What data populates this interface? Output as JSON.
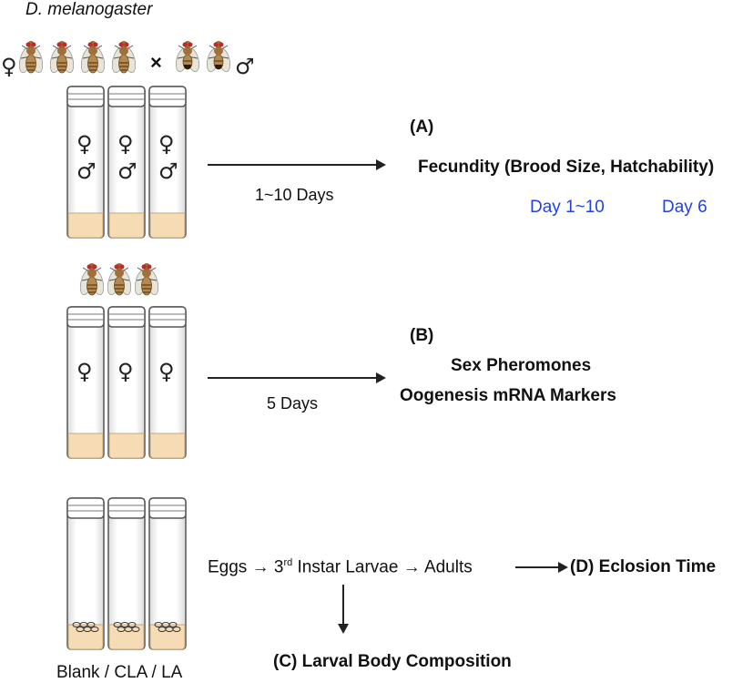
{
  "species_label": "D. melanogaster",
  "symbols": {
    "female": "♀",
    "male": "♂",
    "cross": "×",
    "inline_arrow": "→"
  },
  "panel_a": {
    "duration": "1~10 Days",
    "letter": "(A)",
    "title": "Fecundity (Brood Size, Hatchability)",
    "sub_left": "Day 1~10",
    "sub_right": "Day 6"
  },
  "panel_b": {
    "duration": "5 Days",
    "letter": "(B)",
    "line1": "Sex Pheromones",
    "line2": "Oogenesis mRNA Markers"
  },
  "panel_cd": {
    "eggs": "Eggs",
    "instar_num": "3",
    "instar_sup": "rd",
    "instar_rest": "Instar Larvae",
    "adults": "Adults",
    "eclosion": "(D) Eclosion Time",
    "larval": "(C) Larval Body Composition"
  },
  "treatments": "Blank / CLA / LA",
  "colors": {
    "food": "#f5dcb5",
    "tube_outline": "#555555",
    "blue_text": "#2241e6"
  }
}
